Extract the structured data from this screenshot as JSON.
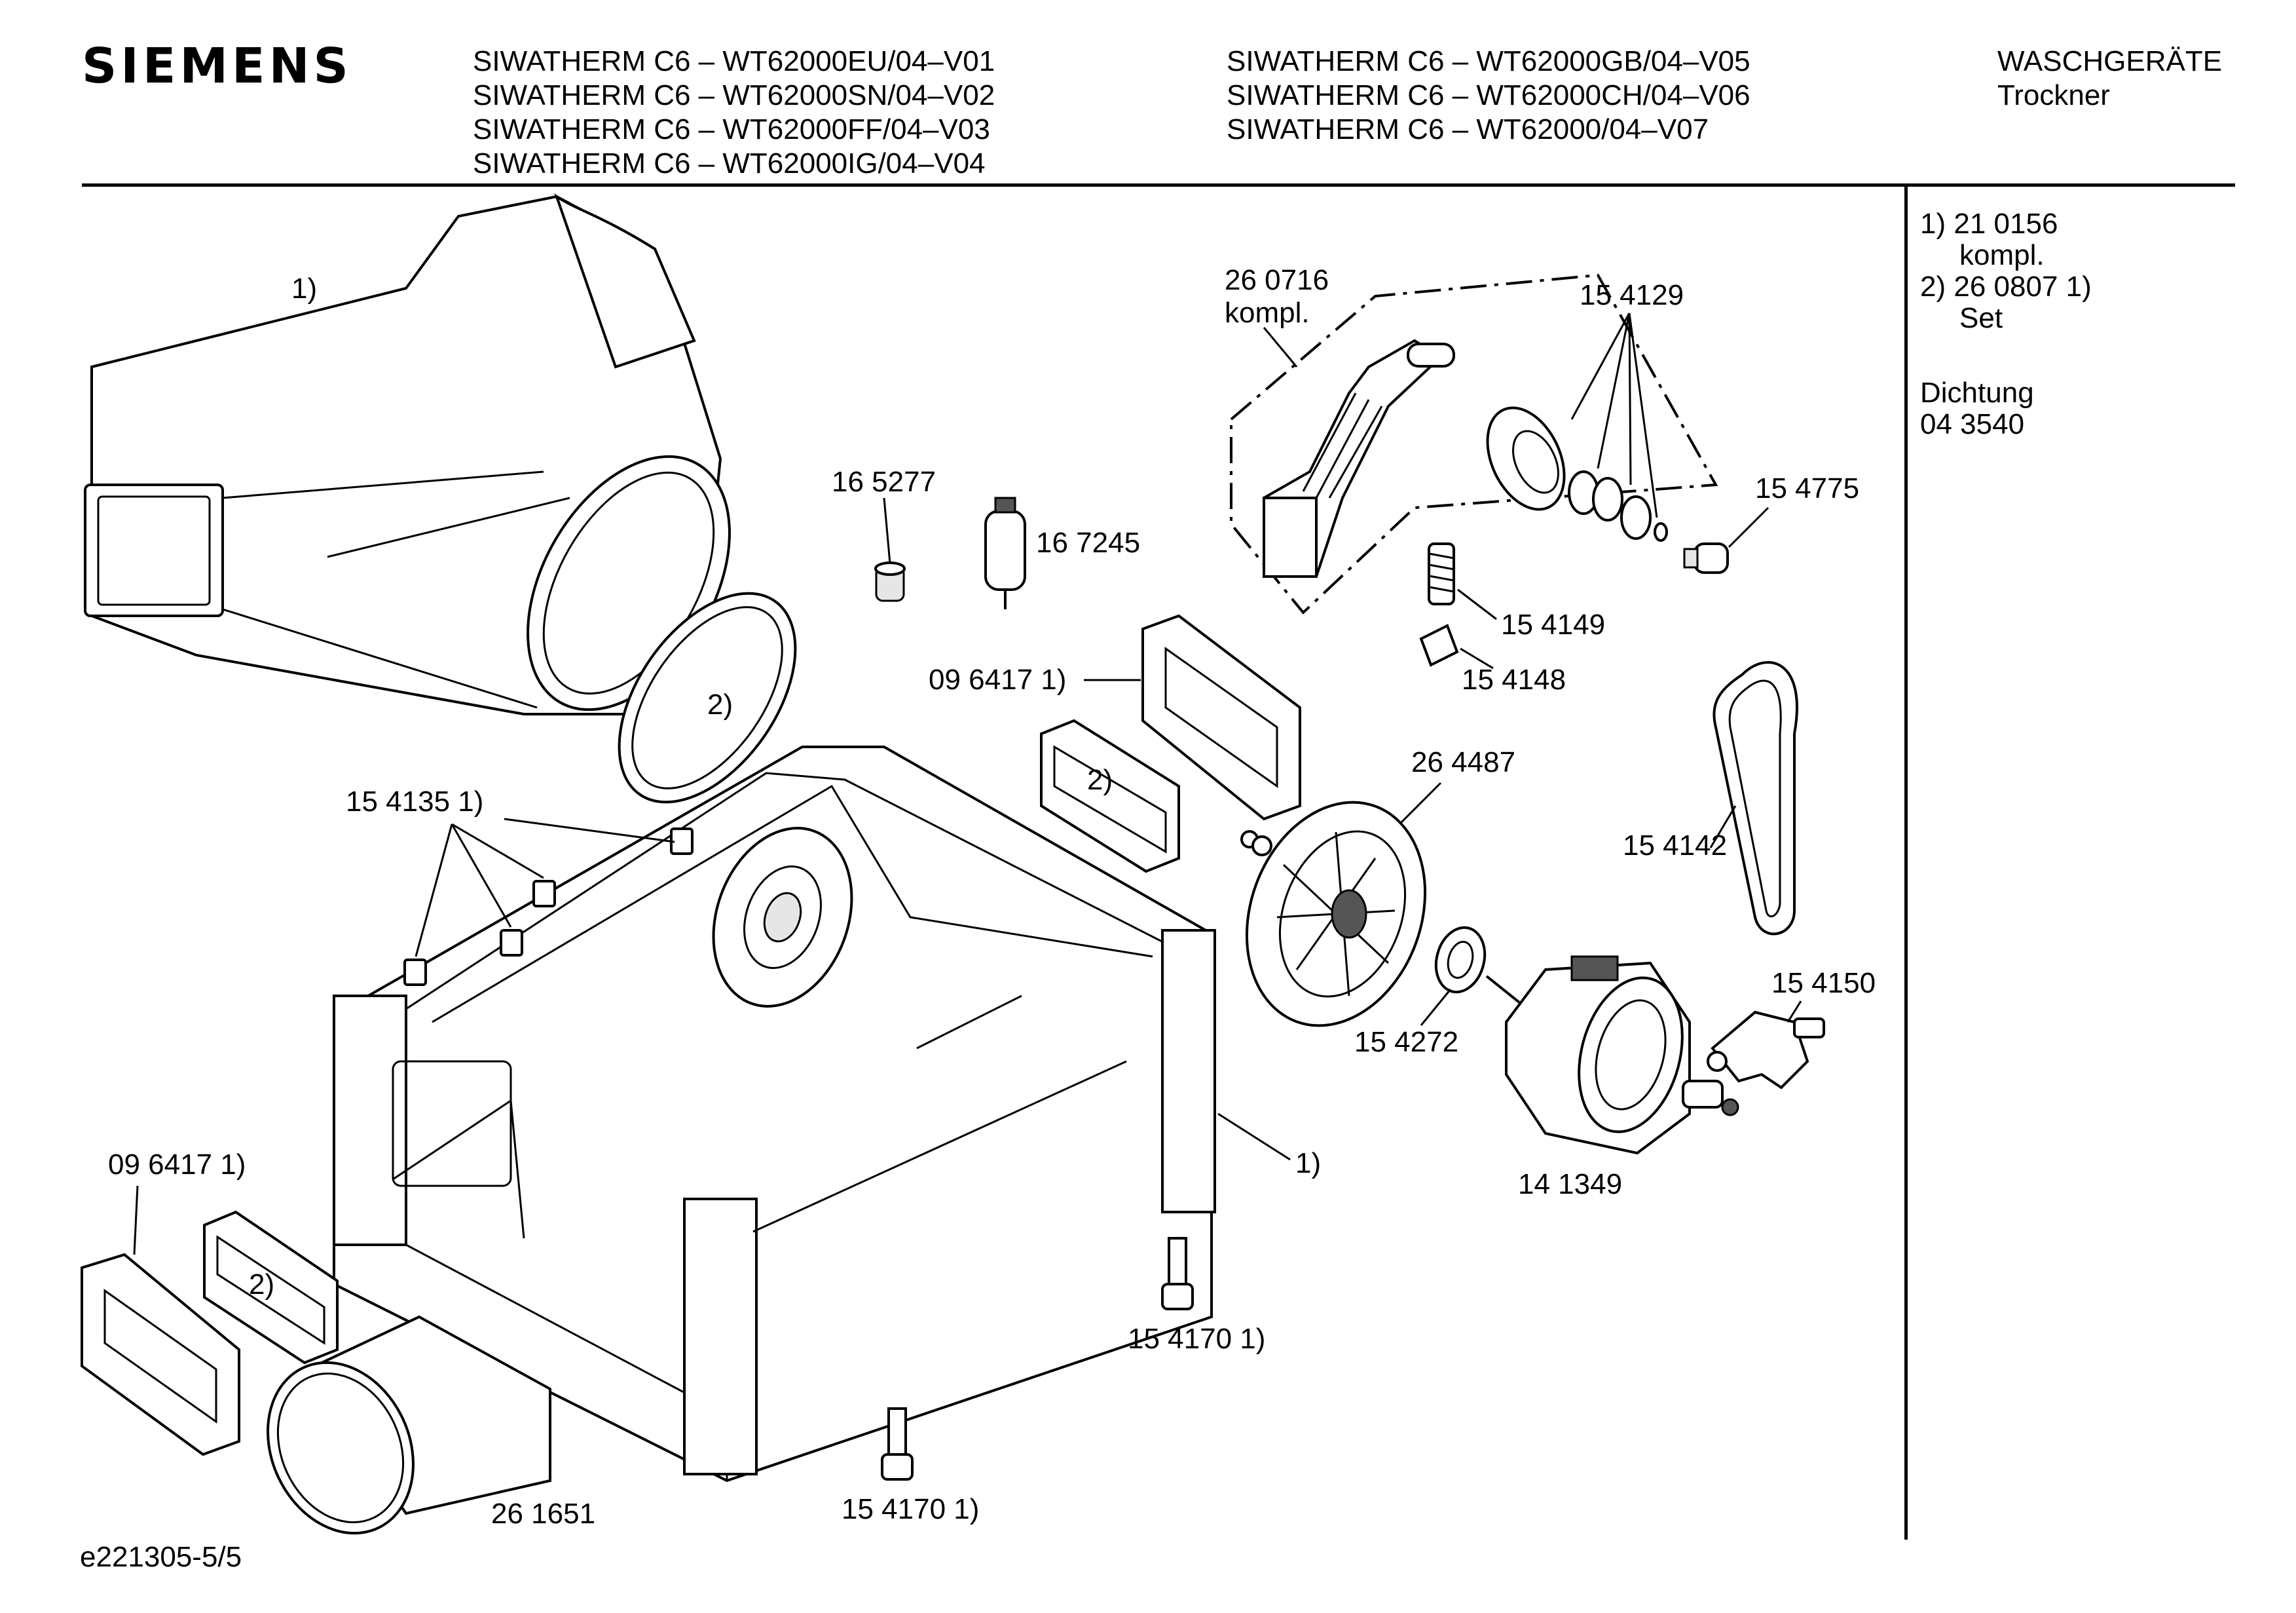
{
  "header": {
    "brand": "SIEMENS",
    "models_col1": [
      "SIWATHERM C6 – WT62000EU/04–V01",
      "SIWATHERM C6 – WT62000SN/04–V02",
      "SIWATHERM C6 – WT62000FF/04–V03",
      "SIWATHERM C6 – WT62000IG/04–V04"
    ],
    "models_col2": [
      "SIWATHERM C6 – WT62000GB/04–V05",
      "SIWATHERM C6 – WT62000CH/04–V06",
      "SIWATHERM C6 – WT62000/04–V07"
    ],
    "category": "WASCHGERÄTE",
    "subcategory": "Trockner"
  },
  "sidebar": {
    "note1_num": "1)",
    "note1_value": "21 0156",
    "note1_desc": "kompl.",
    "note2_num": "2)",
    "note2_value": "26 0807 1)",
    "note2_desc": "Set",
    "seal_label": "Dichtung",
    "seal_value": "04 3540"
  },
  "parts": {
    "p_air_duct": "1)",
    "p_165277": "16 5277",
    "p_167245": "16 7245",
    "p_260716": "26 0716",
    "p_260716_kompl": "kompl.",
    "p_154129": "15 4129",
    "p_154775": "15 4775",
    "p_154149": "15 4149",
    "p_154148": "15 4148",
    "p_gasket_top": "2)",
    "p_096417_mid": "09 6417 1)",
    "p_gasket_mid": "2)",
    "p_264487": "26 4487",
    "p_154142": "15 4142",
    "p_154135": "15 4135 1)",
    "p_154150": "15 4150",
    "p_154272": "15 4272",
    "p_141349": "14 1349",
    "p_housing": "1)",
    "p_096417_low": "09 6417 1)",
    "p_gasket_low": "2)",
    "p_154170_a": "15 4170 1)",
    "p_261651": "26 1651",
    "p_154170_b": "15 4170 1)"
  },
  "footer": {
    "code": "e221305-5/5"
  }
}
